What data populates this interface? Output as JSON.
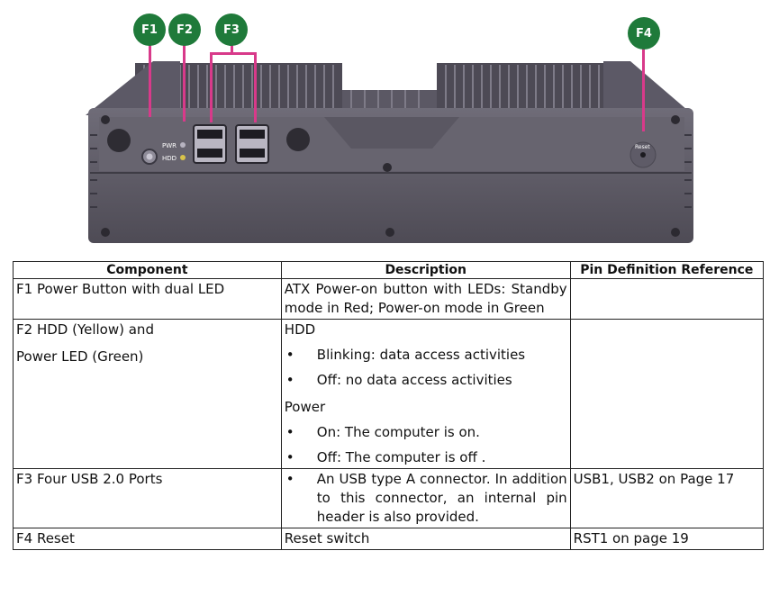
{
  "callouts": {
    "f1": "F1",
    "f2": "F2",
    "f3": "F3",
    "f4": "F4"
  },
  "device_labels": {
    "pwr": "PWR",
    "hdd": "HDD",
    "reset": "Reset"
  },
  "table": {
    "headers": [
      "Component",
      "Description",
      "Pin Definition Reference"
    ],
    "rows": [
      {
        "component": "F1  Power Button with dual LED",
        "description": "ATX Power-on button with LEDs: Standby mode in Red; Power-on mode in Green",
        "reference": ""
      },
      {
        "component_line1": "F2  HDD (Yellow) and",
        "component_line2": "Power LED (Green)",
        "hdd_heading": "HDD",
        "hdd_bullets": [
          "Blinking: data access activities",
          "Off:  no data access activities"
        ],
        "power_heading": "Power",
        "power_bullets": [
          "On: The computer is on.",
          "Off: The computer is off ."
        ],
        "reference": ""
      },
      {
        "component": "F3  Four USB 2.0 Ports",
        "description": "An USB type A connector. In addition to this connector, an internal pin header is also provided.",
        "reference": "USB1, USB2 on Page 17"
      },
      {
        "component": "F4  Reset",
        "description": "Reset switch",
        "reference": "RST1 on page 19"
      }
    ],
    "bullet_char": "•"
  }
}
